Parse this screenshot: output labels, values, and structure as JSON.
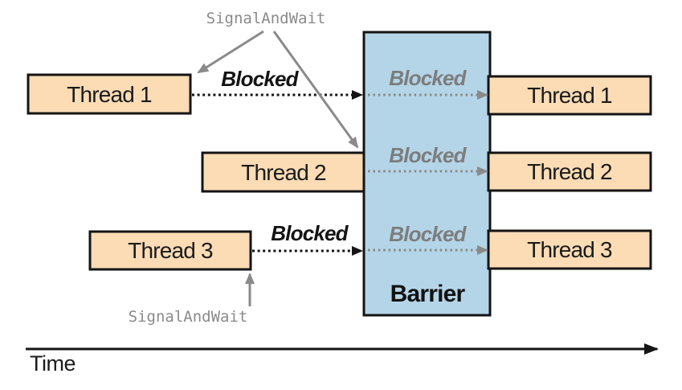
{
  "diagram": {
    "signal_and_wait_top": "SignalAndWait",
    "signal_and_wait_bottom": "SignalAndWait",
    "threads_left": [
      "Thread 1",
      "Thread 2",
      "Thread 3"
    ],
    "threads_right": [
      "Thread 1",
      "Thread 2",
      "Thread 3"
    ],
    "blocked_outside": [
      "Blocked",
      "Blocked"
    ],
    "blocked_inside": [
      "Blocked",
      "Blocked",
      "Blocked"
    ],
    "barrier_label": "Barrier",
    "time_label": "Time",
    "colors": {
      "thread_fill": "#fbdcb5",
      "barrier_fill": "#b4d5e8",
      "annotation_gray": "#8a8a8a",
      "line_black": "#141414"
    }
  }
}
